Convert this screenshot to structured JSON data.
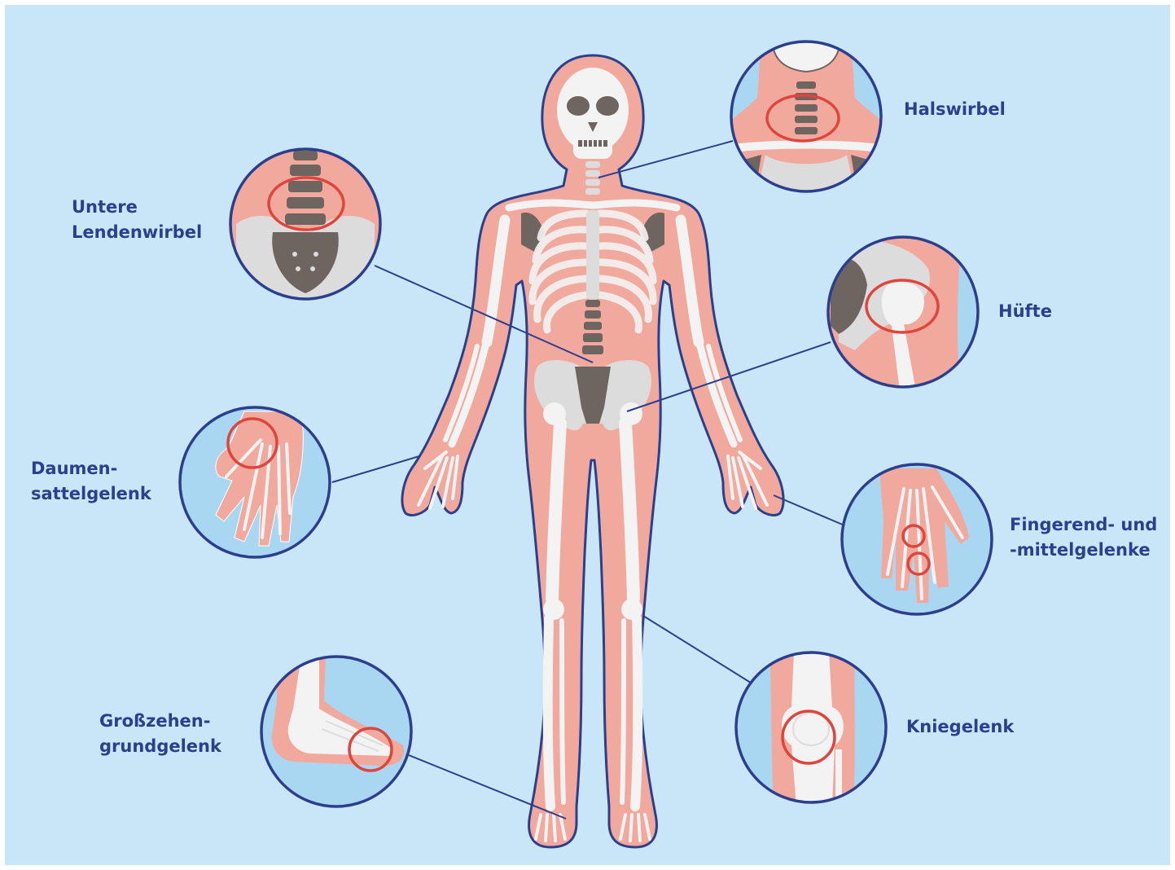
{
  "colors": {
    "background": "#c9e6f8",
    "frame": "#ffffff",
    "skin": "#f2a99d",
    "skin_outline": "#2b3f8e",
    "bone": "#f3f3f3",
    "bone_shade": "#dcdcdc",
    "bone_dark": "#6e6460",
    "highlight": "#e0453c",
    "inset_bg": "#a9d7f2",
    "connector": "#2b3f8e",
    "label": "#2b3f8e"
  },
  "joints": [
    {
      "id": "halswirbel",
      "lines": [
        "Halswirbel"
      ]
    },
    {
      "id": "untere-lendenwirbel",
      "lines": [
        "Untere",
        "Lendenwirbel"
      ]
    },
    {
      "id": "huefte",
      "lines": [
        "Hüfte"
      ]
    },
    {
      "id": "daumensattelgelenk",
      "lines": [
        "Daumen-",
        "sattelgelenk"
      ]
    },
    {
      "id": "fingerend-und-mittelgelenke",
      "lines": [
        "Fingerend- und",
        "-mittelgelenke"
      ]
    },
    {
      "id": "grosszehengrundgelenk",
      "lines": [
        "Großzehen-",
        "grundgelenk"
      ]
    },
    {
      "id": "kniegelenk",
      "lines": [
        "Kniegelenk"
      ]
    }
  ]
}
